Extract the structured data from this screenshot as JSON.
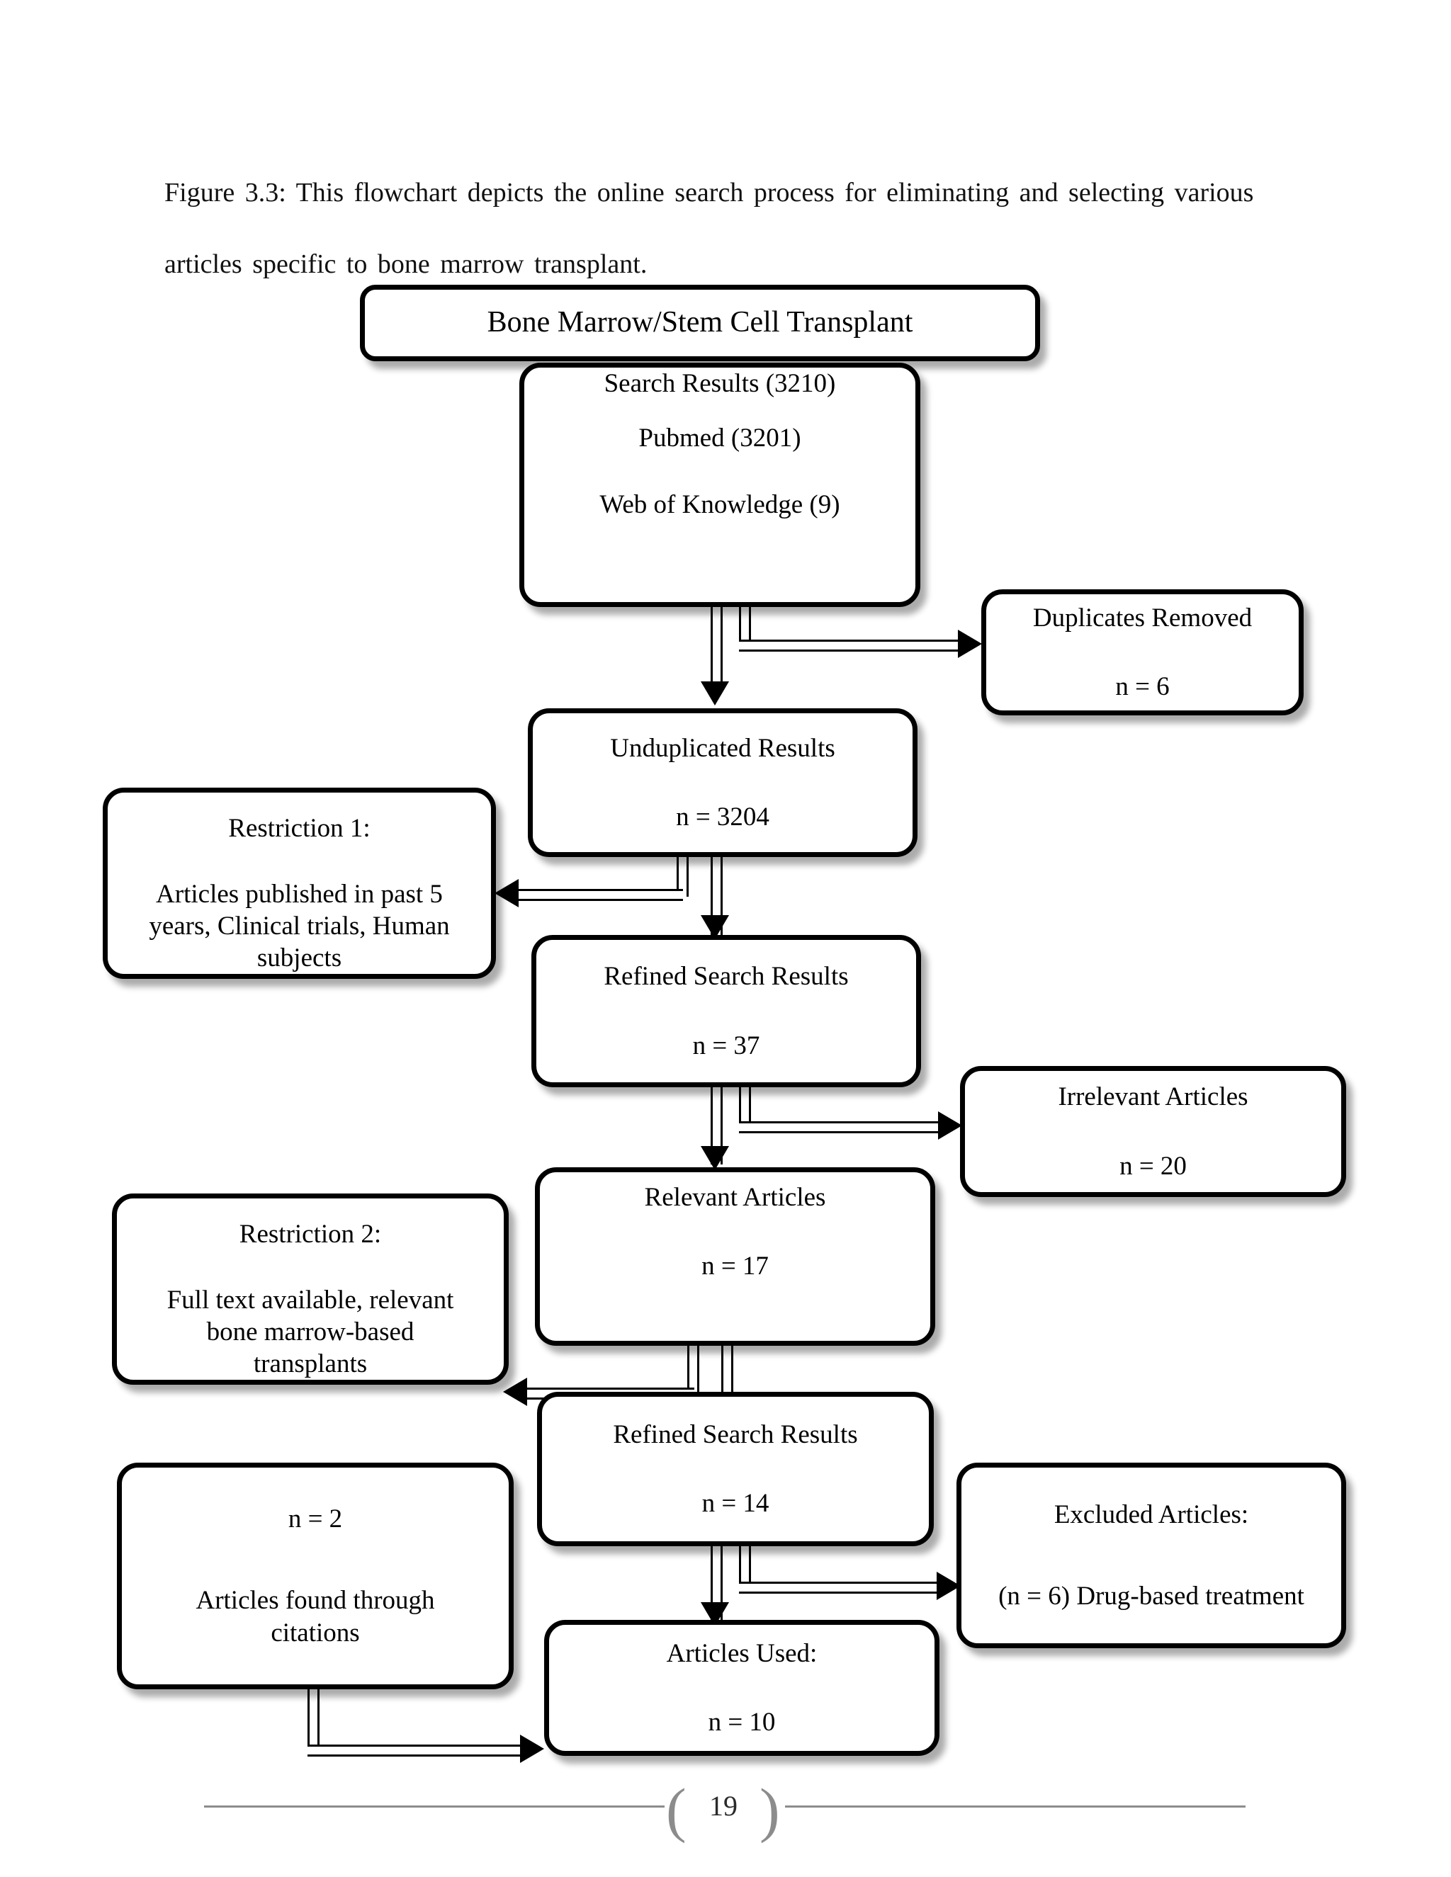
{
  "caption": {
    "line1": "Figure 3.3: This flowchart depicts the online search process for eliminating and selecting various",
    "line2": "articles specific to bone marrow transplant."
  },
  "flowchart": {
    "type": "flowchart",
    "title": "Bone Marrow/Stem Cell Transplant article selection flow",
    "nodes": [
      {
        "id": "topic",
        "name": "topic-box",
        "lines": [
          "Bone Marrow/Stem Cell Transplant"
        ]
      },
      {
        "id": "search-results",
        "name": "search-results-box",
        "lines": [
          "Search Results  (3210)",
          "Pubmed  (3201)",
          "Web of Knowledge  (9)"
        ]
      },
      {
        "id": "duplicates-removed",
        "name": "duplicates-removed-box",
        "lines": [
          "Duplicates  Removed",
          "n = 6"
        ]
      },
      {
        "id": "unduplicated",
        "name": "unduplicated-results-box",
        "lines": [
          "Unduplicated  Results",
          "n = 3204"
        ]
      },
      {
        "id": "restriction-1",
        "name": "restriction-1-box",
        "lines": [
          "Restriction  1:",
          "Articles  published  in past 5 years, Clinical  trials,  Human subjects"
        ]
      },
      {
        "id": "refined-37",
        "name": "refined-search-results-37-box",
        "lines": [
          "Refined  Search Results",
          "n = 37"
        ]
      },
      {
        "id": "irrelevant",
        "name": "irrelevant-articles-box",
        "lines": [
          "Irrelevant  Articles",
          "n = 20"
        ]
      },
      {
        "id": "relevant",
        "name": "relevant-articles-box",
        "lines": [
          "Relevant  Articles",
          "n = 17"
        ]
      },
      {
        "id": "restriction-2",
        "name": "restriction-2-box",
        "lines": [
          "Restriction  2:",
          "Full  text available,  relevant bone marrow-based transplants"
        ]
      },
      {
        "id": "refined-14",
        "name": "refined-search-results-14-box",
        "lines": [
          "Refined  Search Results",
          "n = 14"
        ]
      },
      {
        "id": "citations",
        "name": "citations-box",
        "lines": [
          "n = 2",
          "Articles  found through citations"
        ]
      },
      {
        "id": "excluded",
        "name": "excluded-articles-box",
        "lines": [
          "Excluded  Articles:",
          "(n = 6) Drug-based  treatment"
        ]
      },
      {
        "id": "articles-used",
        "name": "articles-used-box",
        "lines": [
          "Articles  Used:",
          "n = 10"
        ]
      }
    ],
    "text": {
      "topic_title": "Bone Marrow/Stem Cell Transplant",
      "search_results_l1": "Search Results  (3210)",
      "search_results_l2": "Pubmed  (3201)",
      "search_results_l3": "Web of Knowledge  (9)",
      "duplicates_l1": "Duplicates  Removed",
      "duplicates_l2": "n = 6",
      "unduplicated_l1": "Unduplicated  Results",
      "unduplicated_l2": "n = 3204",
      "restriction1_l1": "Restriction  1:",
      "restriction1_l2": "Articles  published  in past 5",
      "restriction1_l3": "years, Clinical  trials,  Human",
      "restriction1_l4": "subjects",
      "refined37_l1": "Refined  Search Results",
      "refined37_l2": "n = 37",
      "irrelevant_l1": "Irrelevant  Articles",
      "irrelevant_l2": "n = 20",
      "relevant_l1": "Relevant  Articles",
      "relevant_l2": "n = 17",
      "restriction2_l1": "Restriction  2:",
      "restriction2_l2": "Full  text available,  relevant",
      "restriction2_l3": "bone marrow-based",
      "restriction2_l4": "transplants",
      "refined14_l1": "Refined  Search Results",
      "refined14_l2": "n = 14",
      "citations_l1": "n = 2",
      "citations_l2": "Articles  found through",
      "citations_l3": "citations",
      "excluded_l1": "Excluded  Articles:",
      "excluded_l2": "(n = 6) Drug-based  treatment",
      "used_l1": "Articles  Used:",
      "used_l2": "n = 10"
    },
    "edges": [
      {
        "from": "search-results",
        "to": "duplicates-removed",
        "label": ""
      },
      {
        "from": "search-results",
        "to": "unduplicated",
        "label": ""
      },
      {
        "from": "unduplicated",
        "to": "restriction-1",
        "label": ""
      },
      {
        "from": "unduplicated",
        "to": "refined-37",
        "label": ""
      },
      {
        "from": "refined-37",
        "to": "irrelevant",
        "label": ""
      },
      {
        "from": "refined-37",
        "to": "relevant",
        "label": ""
      },
      {
        "from": "relevant",
        "to": "restriction-2",
        "label": ""
      },
      {
        "from": "relevant",
        "to": "refined-14",
        "label": ""
      },
      {
        "from": "refined-14",
        "to": "excluded",
        "label": ""
      },
      {
        "from": "refined-14",
        "to": "articles-used",
        "label": ""
      },
      {
        "from": "citations",
        "to": "articles-used",
        "label": ""
      }
    ]
  },
  "footer": {
    "page_number": "19",
    "brace_left": "(",
    "brace_right": ")"
  }
}
